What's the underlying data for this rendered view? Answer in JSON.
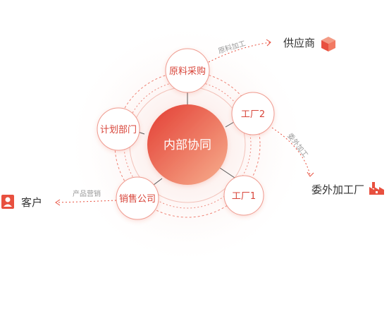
{
  "center": {
    "label": "内部协同"
  },
  "nodes": {
    "procurement": "原料采购",
    "factory2": "工厂2",
    "factory1": "工厂1",
    "sales": "销售公司",
    "planning": "计划部门"
  },
  "externals": {
    "supplier": "供应商",
    "subcontractor": "委外加工厂",
    "customer": "客户"
  },
  "connectors": {
    "materials_supply": "原料加工",
    "outsourcing": "委外加工",
    "product_marketing": "产品营销"
  },
  "colors": {
    "accent": "#e8503f",
    "accent_light": "#f7a98f",
    "node_border": "#ef9a8f"
  }
}
